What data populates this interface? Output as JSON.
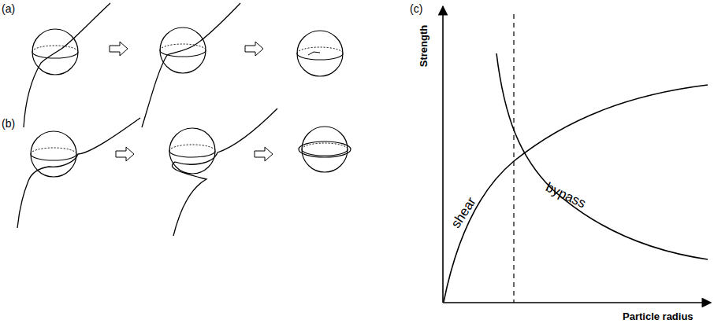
{
  "diagram": {
    "labels": [
      "(a)",
      "(b)",
      "(c)",
      "Strength",
      "shear",
      "bypass",
      "Particle radius"
    ]
  }
}
